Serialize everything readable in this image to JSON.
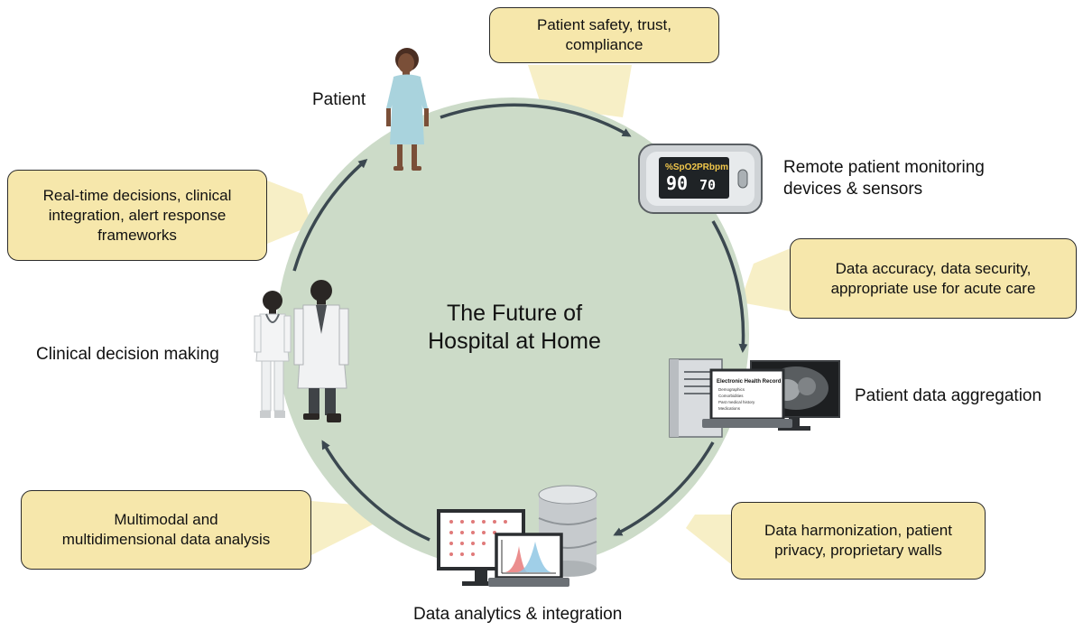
{
  "title_line1": "The Future of",
  "title_line2": "Hospital at Home",
  "stages": {
    "patient": "Patient",
    "remote_line1": "Remote patient monitoring",
    "remote_line2": "devices & sensors",
    "aggregation": "Patient data aggregation",
    "analytics": "Data analytics & integration",
    "decision": "Clinical decision making"
  },
  "challenges": {
    "safety_line1": "Patient safety, trust,",
    "safety_line2": "compliance",
    "accuracy_line1": "Data accuracy, data security,",
    "accuracy_line2": "appropriate use for acute care",
    "harmonization_line1": "Data harmonization, patient",
    "harmonization_line2": "privacy, proprietary walls",
    "multimodal_line1": "Multimodal and",
    "multimodal_line2": "multidimensional data analysis",
    "realtime_line1": "Real-time decisions, clinical",
    "realtime_line2": "integration, alert response",
    "realtime_line3": "frameworks"
  },
  "oximeter": {
    "spo2_label": "%SpO2",
    "pr_label": "PRbpm",
    "spo2_value": "90",
    "pr_value": "70"
  },
  "ehr": {
    "heading": "Electronic Health Record",
    "items": [
      "Demographics",
      "Comorbidities",
      "Past medical history",
      "Medications"
    ]
  },
  "colors": {
    "circle": "#ccdbc8",
    "box_fill": "#f6e7ab",
    "beam": "#f7efc6",
    "arrow": "#3b4850"
  }
}
